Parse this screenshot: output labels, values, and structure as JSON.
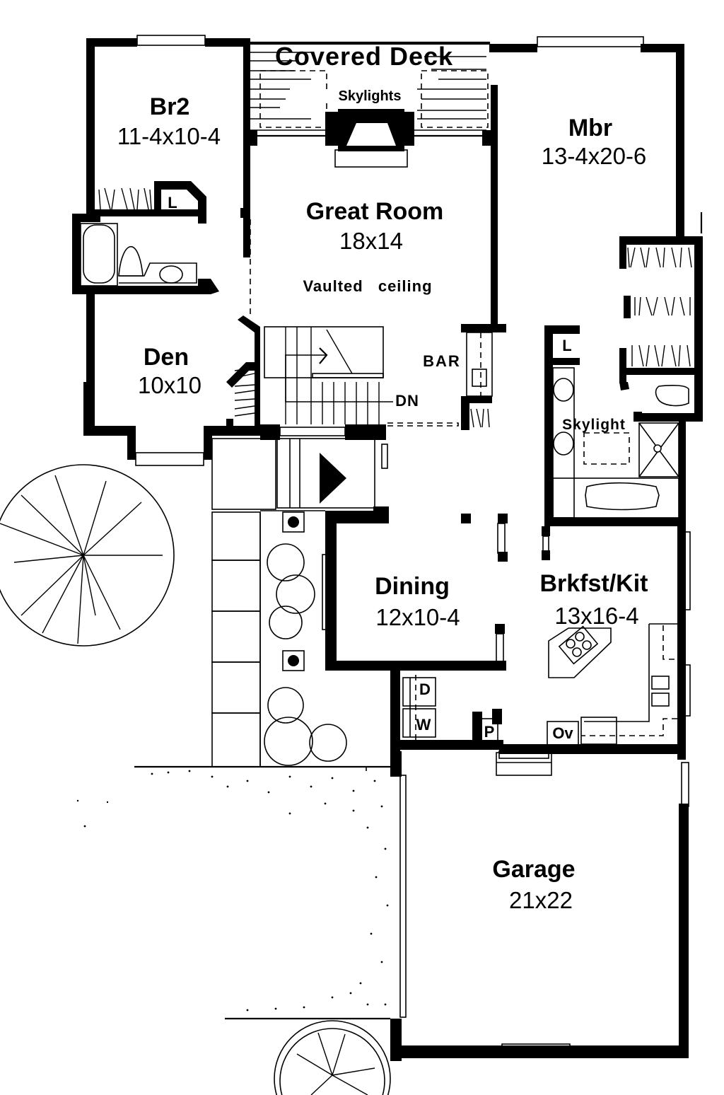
{
  "plan": {
    "type": "floor-plan",
    "rooms": [
      {
        "id": "covered-deck",
        "name": "Covered Deck",
        "dimensions": ""
      },
      {
        "id": "br2",
        "name": "Br2",
        "dimensions": "11-4x10-4"
      },
      {
        "id": "great-room",
        "name": "Great Room",
        "dimensions": "18x14",
        "note": "Vaulted ceiling"
      },
      {
        "id": "mbr",
        "name": "Mbr",
        "dimensions": "13-4x20-6"
      },
      {
        "id": "den",
        "name": "Den",
        "dimensions": "10x10"
      },
      {
        "id": "dining",
        "name": "Dining",
        "dimensions": "12x10-4"
      },
      {
        "id": "brkfst-kit",
        "name": "Brkfst/Kit",
        "dimensions": "13x16-4"
      },
      {
        "id": "garage",
        "name": "Garage",
        "dimensions": "21x22"
      }
    ],
    "annotations": {
      "skylights": "Skylights",
      "skylight": "Skylight",
      "bar": "BAR",
      "stairs_down": "DN",
      "linen_br2": "L",
      "linen_mbr": "L",
      "dryer": "D",
      "washer": "W",
      "pantry": "P",
      "oven": "Ov"
    },
    "colors": {
      "ink": "#000000",
      "paper": "#ffffff"
    }
  }
}
